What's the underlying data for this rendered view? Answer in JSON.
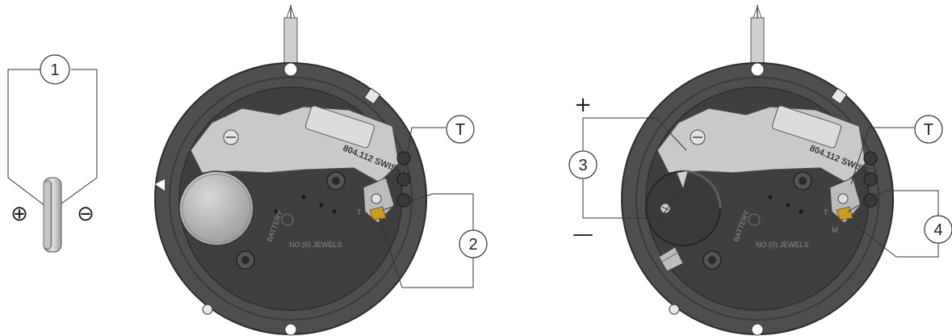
{
  "callouts": {
    "battery_contacts": "1",
    "contact_points_left": "2",
    "voltage_probe": "3",
    "contact_points_right": "4",
    "terminal_left": "T",
    "terminal_right": "T"
  },
  "polarity": {
    "plus_circled": "⊕",
    "minus_circled": "⊖",
    "plus": "+",
    "minus": "—"
  },
  "movement": {
    "caliber": "804.112 SWISS",
    "jewels": "NO (0) JEWELS",
    "battery_mark": "BATTERY",
    "t_mark": "T",
    "m_mark": "M"
  },
  "colors": {
    "movement_body": "#4a4a4a",
    "ring": "#5a5a5a",
    "bridge": "#c8c8c8",
    "battery": "#b9b9b9",
    "gold_contact": "#c89a2a",
    "line": "#333333"
  }
}
